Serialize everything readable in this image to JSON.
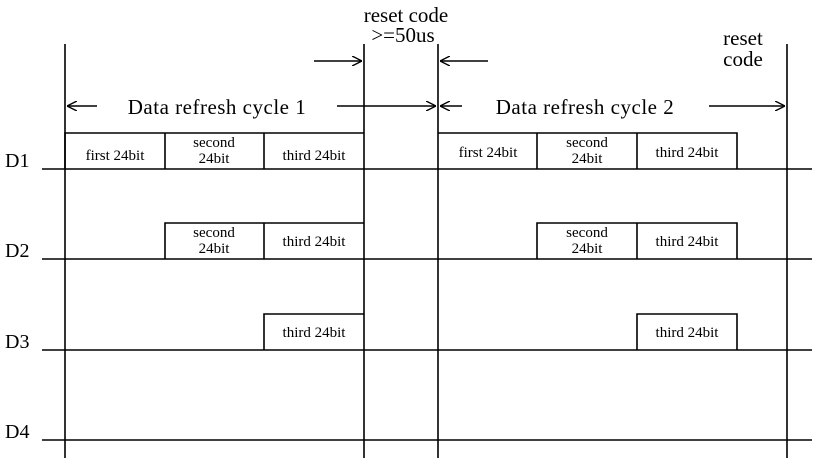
{
  "reset_code_top": {
    "line1": "reset code",
    "line2": ">=50us"
  },
  "reset_code_right": {
    "line1": "reset",
    "line2": "code"
  },
  "cycle_labels": {
    "cycle1": "Data refresh cycle 1",
    "cycle2": "Data refresh cycle 2"
  },
  "rows": {
    "d1": "D1",
    "d2": "D2",
    "d3": "D3",
    "d4": "D4"
  },
  "boxes": {
    "first": "first 24bit",
    "second_line1": "second",
    "second_line2": "24bit",
    "third": "third 24bit"
  },
  "colors": {
    "ink": "#000000",
    "background": "#ffffff"
  }
}
